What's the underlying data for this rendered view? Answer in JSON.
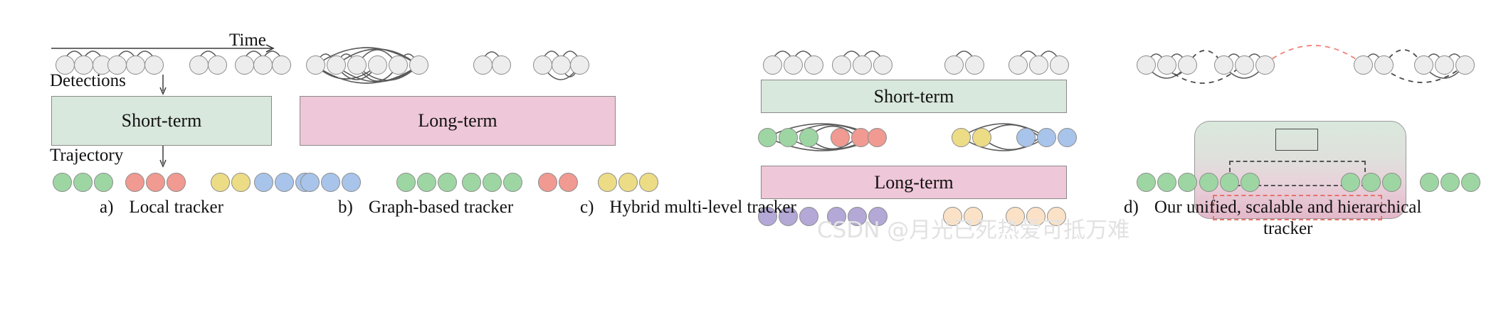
{
  "figure": {
    "axis_label": "Time",
    "row_labels": {
      "detections": "Detections",
      "trajectory": "Trajectory"
    },
    "colors": {
      "short_term_fill": "#d9e8dc",
      "long_term_fill": "#eec7d8",
      "detection_fill": "#ededed",
      "green": "#9ed6a3",
      "red": "#f09a92",
      "yellow": "#ecdc86",
      "blue": "#a8c4ea",
      "purple": "#b3a8d6",
      "peach": "#fbe2c7",
      "red_dashed_edge": "#ef8278",
      "outline": "#8c8c8c"
    },
    "panels": [
      {
        "id": "a",
        "caption_letter": "a)",
        "caption_text": "Local tracker",
        "boxes": [
          {
            "label": "Short-term",
            "fill": "green"
          }
        ],
        "detection_groups": [
          3,
          3,
          2,
          3
        ],
        "trajectory_groups": [
          {
            "color": "green",
            "count": 3
          },
          {
            "color": "red",
            "count": 3
          },
          {
            "color": "yellow",
            "count": 2
          },
          {
            "color": "blue",
            "count": 3
          }
        ]
      },
      {
        "id": "b",
        "caption_letter": "b)",
        "caption_text": "Graph-based tracker",
        "boxes": [
          {
            "label": "Long-term",
            "fill": "pink"
          }
        ],
        "detection_groups": [
          6,
          2,
          3
        ],
        "trajectory_groups": [
          {
            "color": "blue",
            "count": 3
          },
          {
            "color": "green",
            "count": 3
          },
          {
            "color": "green",
            "count": 3
          },
          {
            "color": "red",
            "count": 2
          },
          {
            "color": "yellow",
            "count": 3
          }
        ]
      },
      {
        "id": "c",
        "caption_letter": "c)",
        "caption_text": "Hybrid multi-level tracker",
        "boxes": [
          {
            "label": "Short-term",
            "fill": "green"
          },
          {
            "label": "Long-term",
            "fill": "pink"
          }
        ],
        "detection_groups": [
          3,
          3,
          2,
          3
        ],
        "mid_groups": [
          {
            "color": "green",
            "count": 3
          },
          {
            "color": "red",
            "count": 3
          },
          {
            "color": "yellow",
            "count": 2
          },
          {
            "color": "blue",
            "count": 3
          }
        ],
        "trajectory_groups": [
          {
            "color": "purple",
            "count": 3
          },
          {
            "color": "purple",
            "count": 3
          },
          {
            "color": "peach",
            "count": 2
          },
          {
            "color": "peach",
            "count": 3
          }
        ]
      },
      {
        "id": "d",
        "caption_letter": "d)",
        "caption_text": "Our unified, scalable and hierarchical",
        "caption_text2": "tracker",
        "boxes": [],
        "detection_groups": [
          3,
          3,
          2,
          3
        ],
        "trajectory_groups": [
          {
            "color": "green",
            "count": 3
          },
          {
            "color": "green",
            "count": 3
          },
          {
            "color": "green",
            "count": 3
          },
          {
            "color": "green",
            "count": 3
          }
        ]
      }
    ]
  },
  "watermark": {
    "text": "CSDN @月光已死热爱可抵万难"
  }
}
